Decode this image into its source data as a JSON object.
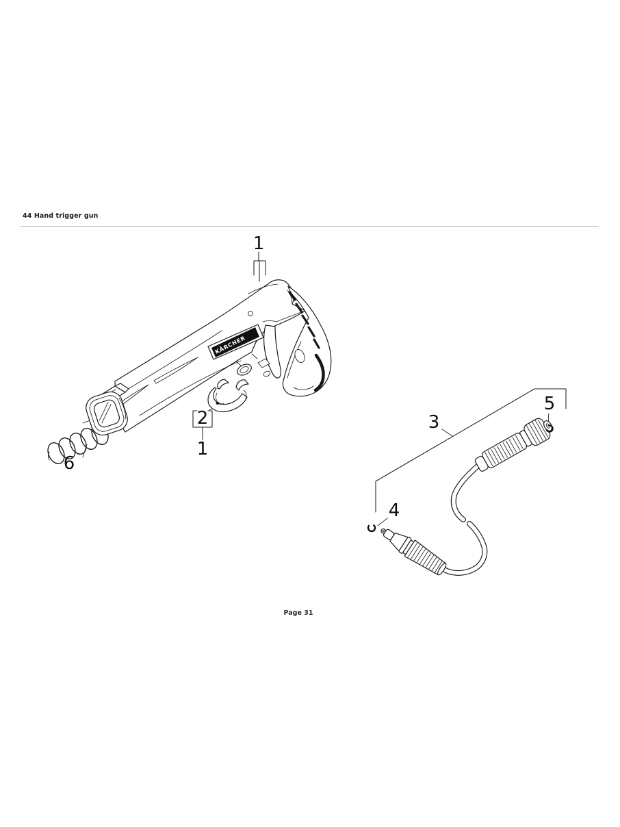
{
  "page": {
    "header": "44 Hand trigger gun",
    "footer": "Page 31"
  },
  "diagram": {
    "brand_label": "KÄRCHER",
    "callouts": [
      {
        "id": "gun-assembly-top",
        "label": "1"
      },
      {
        "id": "clip",
        "label": "2"
      },
      {
        "id": "gun-assembly-bottom",
        "label": "1"
      },
      {
        "id": "high-pressure-hose",
        "label": "3"
      },
      {
        "id": "o-ring-nozzle",
        "label": "4"
      },
      {
        "id": "o-ring-coupling",
        "label": "5"
      },
      {
        "id": "spring",
        "label": "6"
      }
    ],
    "colors": {
      "line": "#1c1c1c",
      "band": "#101010",
      "rule": "#b8b8b8"
    }
  }
}
